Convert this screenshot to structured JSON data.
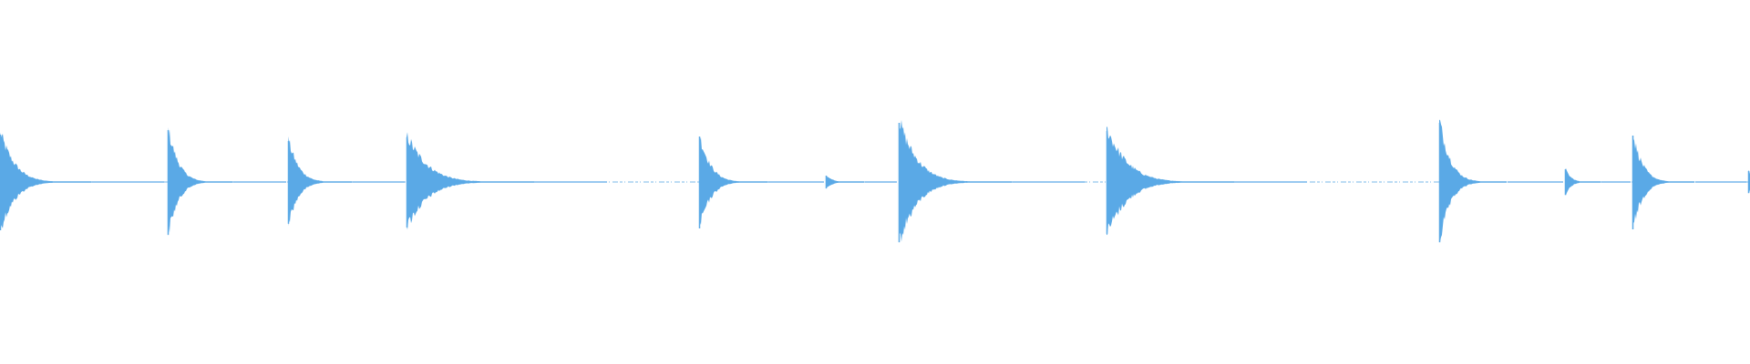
{
  "waveform": {
    "color": "#5aa9e6",
    "transients": [
      {
        "amplitude": 0.52,
        "level": "high"
      },
      {
        "amplitude": 0.57,
        "level": "high"
      },
      {
        "amplitude": 0.45,
        "level": "high"
      },
      {
        "amplitude": 0.49,
        "level": "high"
      },
      {
        "amplitude": 0.5,
        "level": "high"
      },
      {
        "amplitude": 0.07,
        "level": "low"
      },
      {
        "amplitude": 0.65,
        "level": "high"
      },
      {
        "amplitude": 0.56,
        "level": "high"
      },
      {
        "amplitude": 0.65,
        "level": "high"
      },
      {
        "amplitude": 0.14,
        "level": "low"
      },
      {
        "amplitude": 0.51,
        "level": "high"
      },
      {
        "amplitude": 0.12,
        "level": "low"
      }
    ]
  }
}
